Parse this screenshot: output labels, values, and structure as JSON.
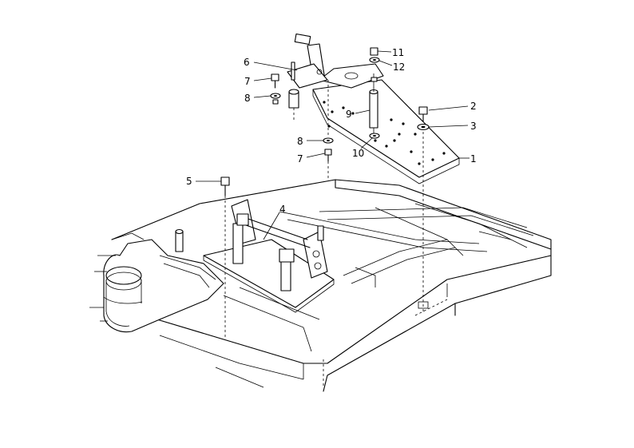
{
  "callouts": [
    {
      "id": "p1",
      "label": "1"
    },
    {
      "id": "p2",
      "label": "2"
    },
    {
      "id": "p3",
      "label": "3"
    },
    {
      "id": "p4",
      "label": "4"
    },
    {
      "id": "p5",
      "label": "5"
    },
    {
      "id": "p6",
      "label": "6"
    },
    {
      "id": "p7a",
      "label": "7"
    },
    {
      "id": "p7b",
      "label": "7"
    },
    {
      "id": "p8a",
      "label": "8"
    },
    {
      "id": "p8b",
      "label": "8"
    },
    {
      "id": "p9",
      "label": "9"
    },
    {
      "id": "p10",
      "label": "10"
    },
    {
      "id": "p11",
      "label": "11"
    },
    {
      "id": "p12",
      "label": "12"
    }
  ]
}
